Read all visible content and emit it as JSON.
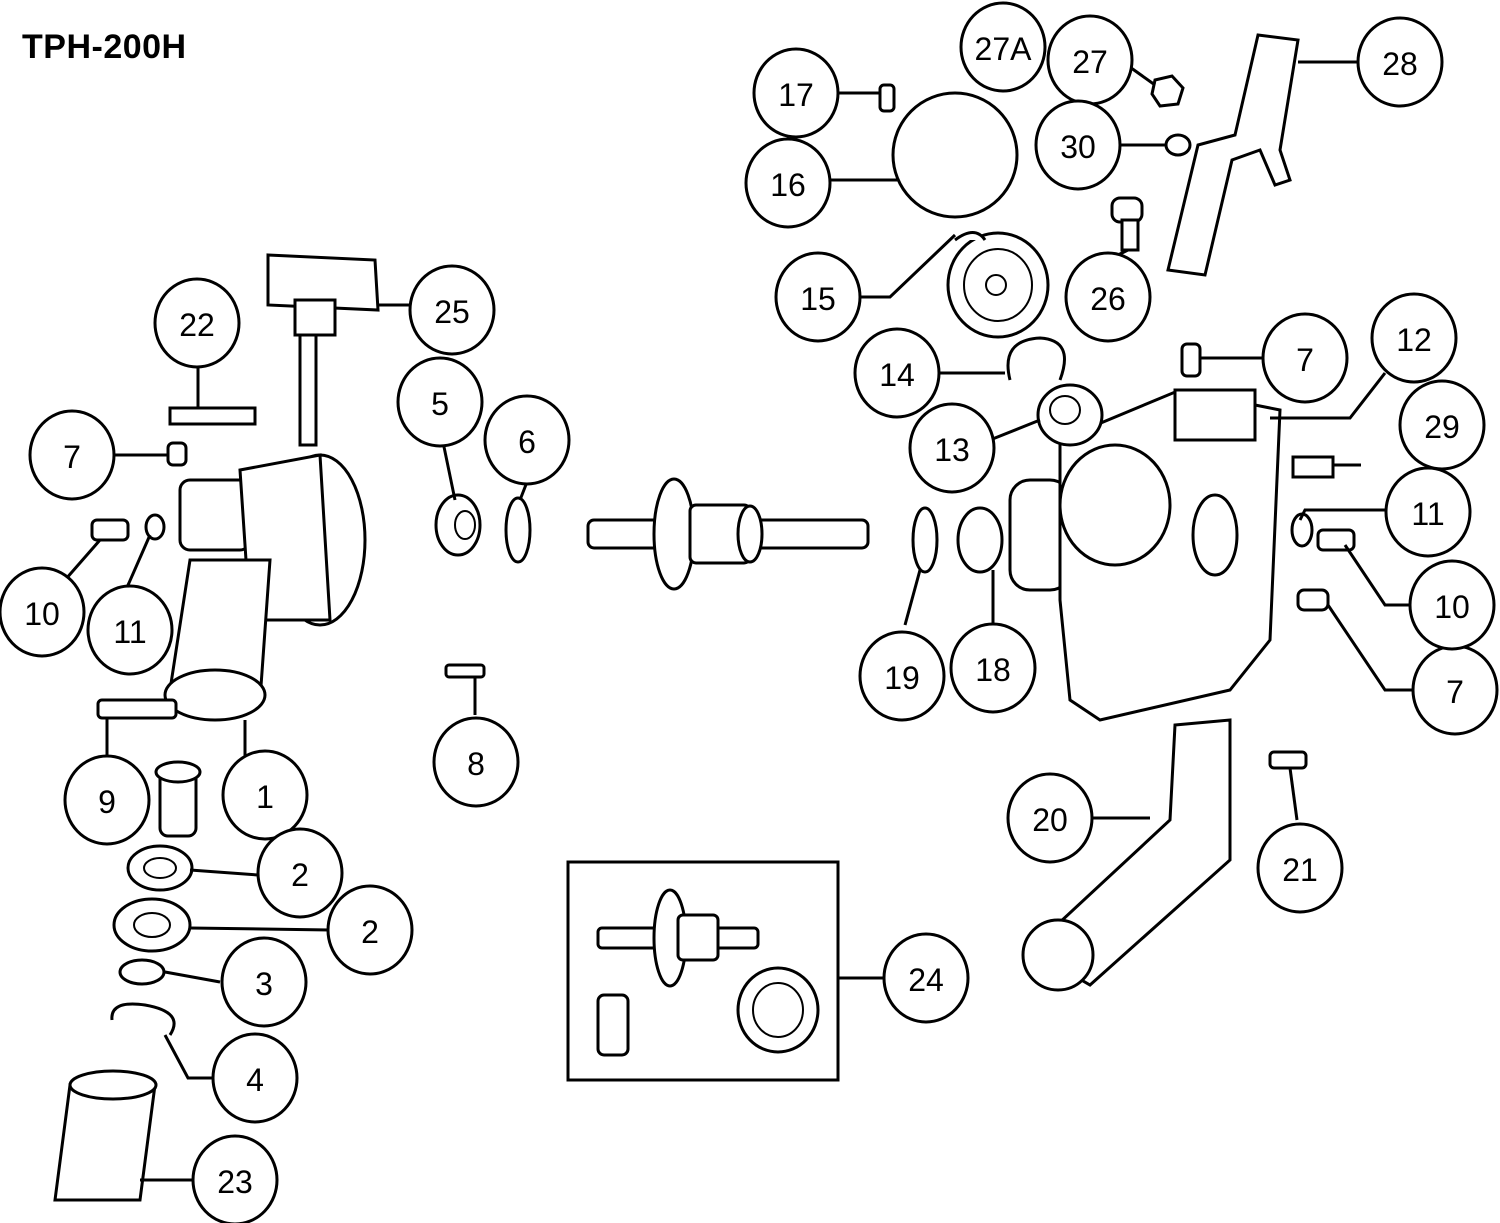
{
  "title": "TPH-200H",
  "callouts": [
    "1",
    "2",
    "2",
    "3",
    "4",
    "5",
    "6",
    "7",
    "7",
    "7",
    "8",
    "9",
    "10",
    "10",
    "11",
    "11",
    "12",
    "13",
    "14",
    "15",
    "16",
    "17",
    "18",
    "19",
    "20",
    "21",
    "22",
    "23",
    "24",
    "25",
    "26",
    "27",
    "27A",
    "28",
    "29",
    "30"
  ]
}
